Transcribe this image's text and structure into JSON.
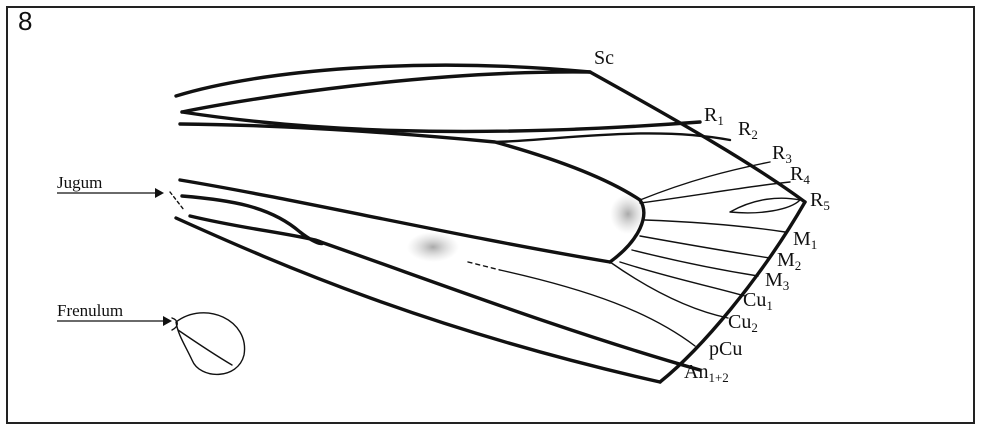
{
  "figure": {
    "number": "8",
    "callouts": {
      "jugum": "Jugum",
      "frenulum": "Frenulum"
    },
    "veins": [
      {
        "base": "Sc",
        "sub": ""
      },
      {
        "base": "R",
        "sub": "1"
      },
      {
        "base": "R",
        "sub": "2"
      },
      {
        "base": "R",
        "sub": "3"
      },
      {
        "base": "R",
        "sub": "4"
      },
      {
        "base": "R",
        "sub": "5"
      },
      {
        "base": "M",
        "sub": "1"
      },
      {
        "base": "M",
        "sub": "2"
      },
      {
        "base": "M",
        "sub": "3"
      },
      {
        "base": "Cu",
        "sub": "1"
      },
      {
        "base": "Cu",
        "sub": "2"
      },
      {
        "base": "pCu",
        "sub": ""
      },
      {
        "base": "An",
        "sub": "1+2"
      }
    ]
  }
}
